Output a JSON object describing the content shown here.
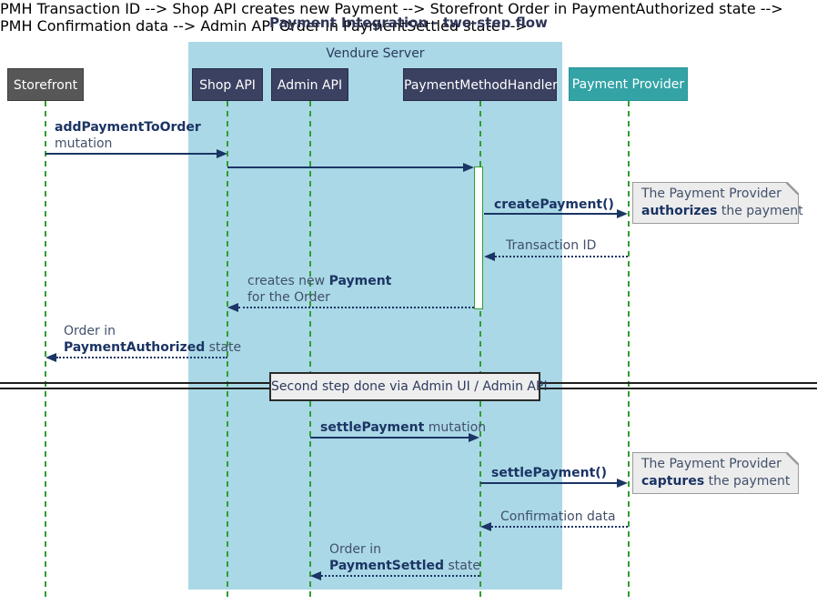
{
  "title": "Payment Integration - two-step flow",
  "frame_label": "Vendure Server",
  "participants": {
    "storefront": "Storefront",
    "shop_api": "Shop API",
    "admin_api": "Admin API",
    "payment_method_handler": "PaymentMethodHandler",
    "payment_provider": "Payment Provider"
  },
  "messages": {
    "m1": {
      "bold": "addPaymentToOrder",
      "line2": "mutation"
    },
    "m3": {
      "bold": "createPayment()"
    },
    "m4": {
      "text": "Transaction ID"
    },
    "m5": {
      "pre": "creates new ",
      "bold": "Payment",
      "line2": "for the Order"
    },
    "m6": {
      "line1": "Order in",
      "bold": "PaymentAuthorized",
      "post": " state"
    },
    "m7": {
      "bold": "settlePayment",
      "post": " mutation"
    },
    "m8": {
      "bold": "settlePayment()"
    },
    "m9": {
      "text": "Confirmation data"
    },
    "m10": {
      "line1": "Order in",
      "bold": "PaymentSettled",
      "post": " state"
    }
  },
  "notes": {
    "n1": {
      "line1": "The Payment Provider",
      "bold": "authorizes",
      "post": " the payment"
    },
    "n2": {
      "line1": "The Payment Provider",
      "bold": "captures",
      "post": " the payment"
    }
  },
  "divider_label": "Second step done via Admin UI / Admin API",
  "colors": {
    "arrow_navy": "#1b3565",
    "frame_blue": "#aad8e6",
    "lifeline_green": "#2f9e2f",
    "participant_navy": "#3b4161",
    "storefront_gray": "#575757",
    "provider_teal": "#33a3a6",
    "note_gray": "#ececec"
  }
}
